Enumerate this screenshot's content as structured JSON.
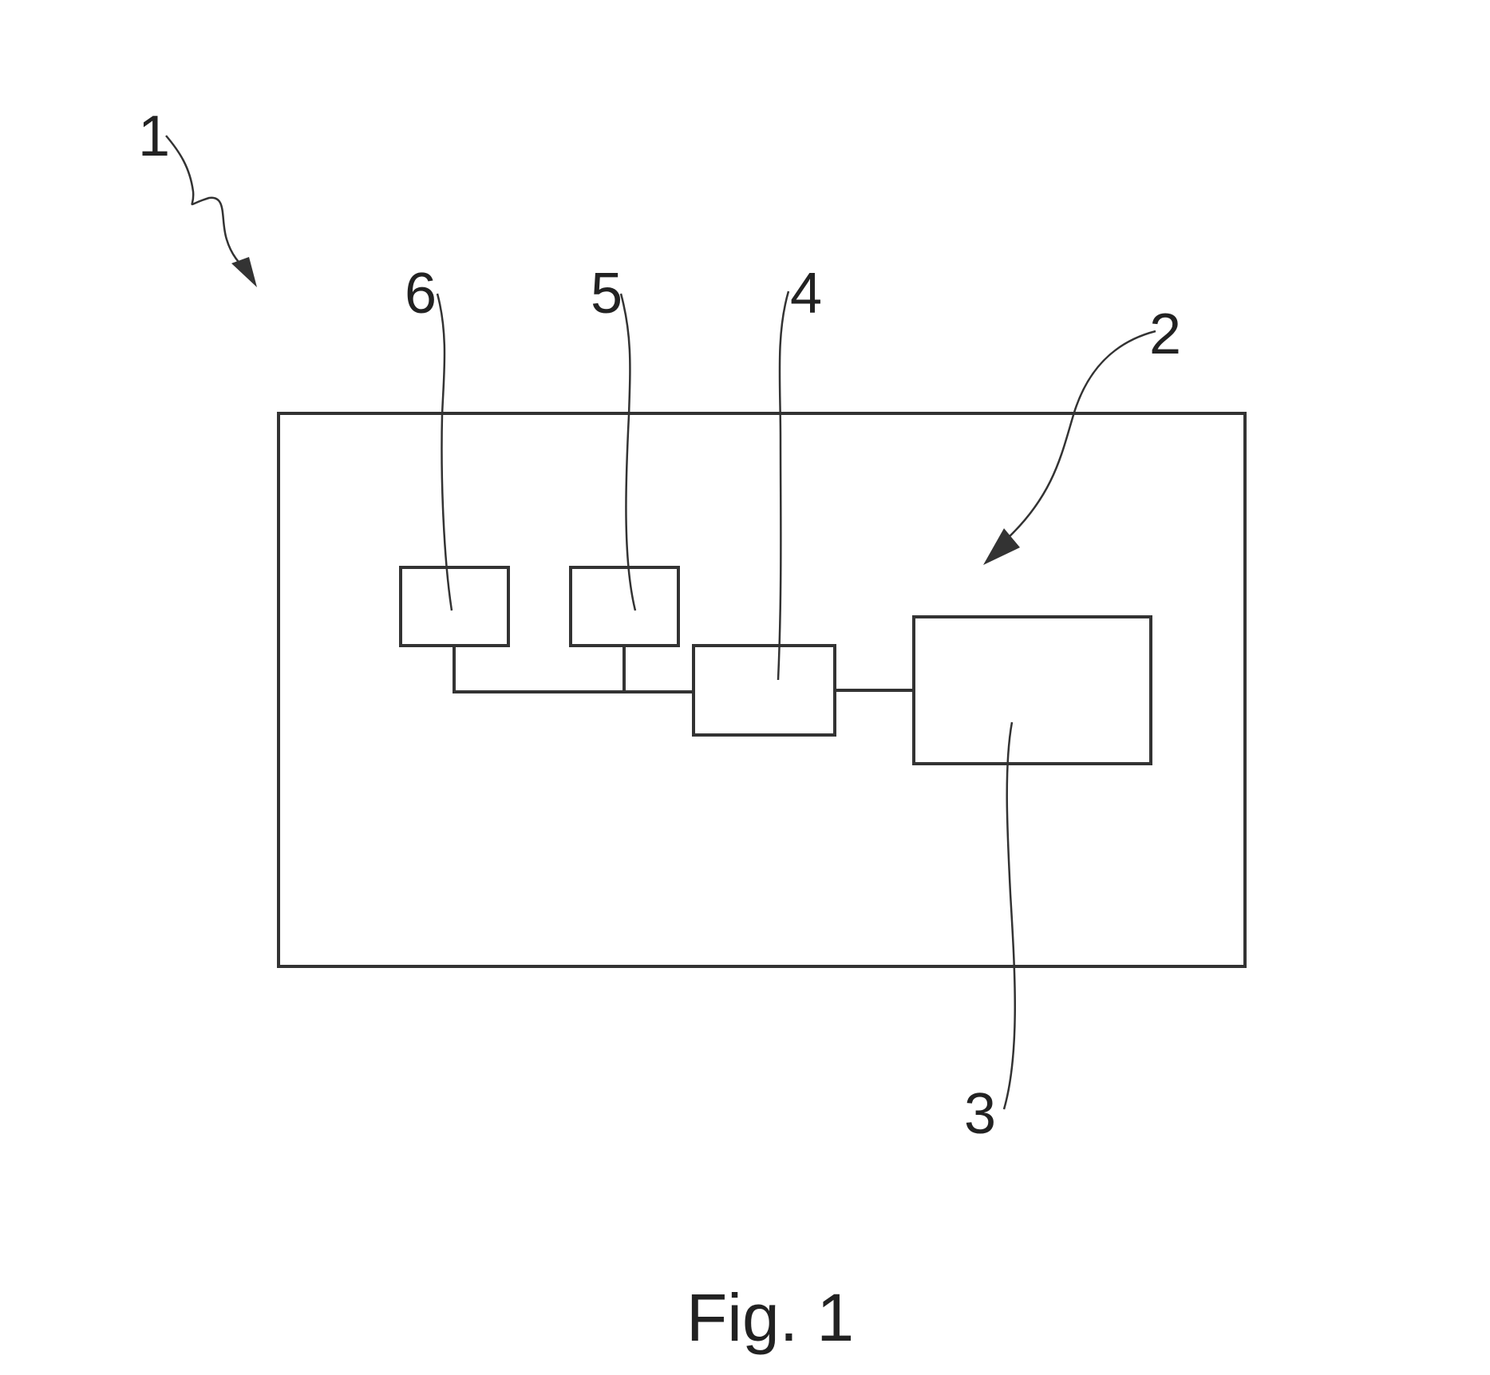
{
  "labels": {
    "system": "1",
    "device": "2",
    "unit_3": "3",
    "unit_4": "4",
    "unit_5": "5",
    "unit_6": "6"
  },
  "caption": "Fig. 1"
}
